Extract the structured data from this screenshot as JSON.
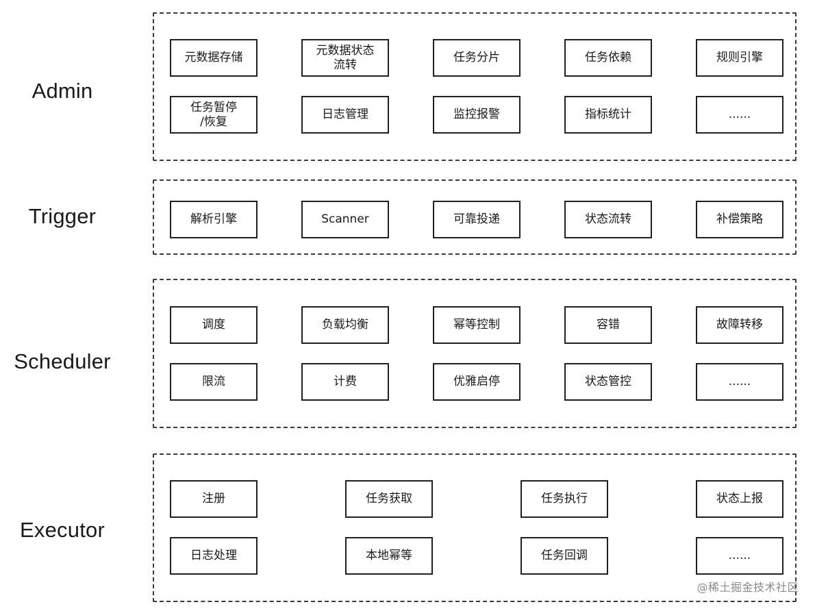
{
  "layers": [
    {
      "label": "Admin",
      "modules": [
        "元数据存储",
        "元数据状态\n流转",
        "任务分片",
        "任务依赖",
        "规则引擎",
        "任务暂停\n/恢复",
        "日志管理",
        "监控报警",
        "指标统计",
        "......"
      ]
    },
    {
      "label": "Trigger",
      "modules": [
        "解析引擎",
        "Scanner",
        "可靠投递",
        "状态流转",
        "补偿策略"
      ]
    },
    {
      "label": "Scheduler",
      "modules": [
        "调度",
        "负载均衡",
        "幂等控制",
        "容错",
        "故障转移",
        "限流",
        "计费",
        "优雅启停",
        "状态管控",
        "......"
      ]
    },
    {
      "label": "Executor",
      "modules": [
        "注册",
        "任务获取",
        "任务执行",
        "状态上报",
        "日志处理",
        "本地幂等",
        "任务回调",
        "......"
      ]
    }
  ],
  "watermark": "@稀土掘金技术社区",
  "colors": {
    "background": "#ffffff",
    "border": "#1f1f1f",
    "dashed_border": "#3a3a3a",
    "text": "#1a1a1a"
  }
}
